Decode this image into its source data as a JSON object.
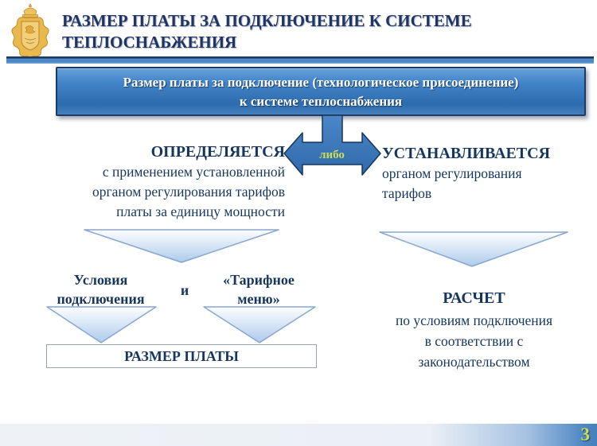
{
  "page": {
    "title_line1": "РАЗМЕР ПЛАТЫ ЗА ПОДКЛЮЧЕНИЕ К СИСТЕМЕ",
    "title_line2": "ТЕПЛОСНАБЖЕНИЯ",
    "page_number": "3"
  },
  "banner": {
    "line1": "Размер платы за подключение (технологическое присоединение)",
    "line2": "к системе теплоснабжения"
  },
  "connector": {
    "label": "либо"
  },
  "left_branch": {
    "heading": "ОПРЕДЕЛЯЕТСЯ",
    "lines": [
      "с применением установленной",
      "органом регулирования тарифов",
      "платы за единицу мощности"
    ]
  },
  "right_branch": {
    "heading": "УСТАНАВЛИВАЕТСЯ",
    "lines": [
      "органом регулирования",
      "тарифов"
    ]
  },
  "middle_items": {
    "item1_line1": "Условия",
    "item1_line2": "подключения",
    "conjunction": "и",
    "item2_line1": "«Тарифное",
    "item2_line2": "меню»"
  },
  "result_box": {
    "label": "РАЗМЕР ПЛАТЫ"
  },
  "right_result": {
    "heading": "РАСЧЕТ",
    "lines": [
      "по условиям подключения",
      "в соответствии с",
      "законодательством"
    ]
  },
  "icons": {
    "crest": "coat-of-arms-moscow-oblast-gold"
  },
  "colors": {
    "navy_text": "#17365d",
    "title_navy": "#1e3566",
    "banner_blue": "#3c7bbd",
    "banner_border": "#1b3a64",
    "arrow_blue": "#3b79bb",
    "highlight_yellow_green": "#cede52",
    "triangle_fill_bottom": "#b3cfee",
    "triangle_stroke": "#87a7cd",
    "footer_blue": "#4d86c2",
    "crest_gold": "#e9b94d"
  }
}
